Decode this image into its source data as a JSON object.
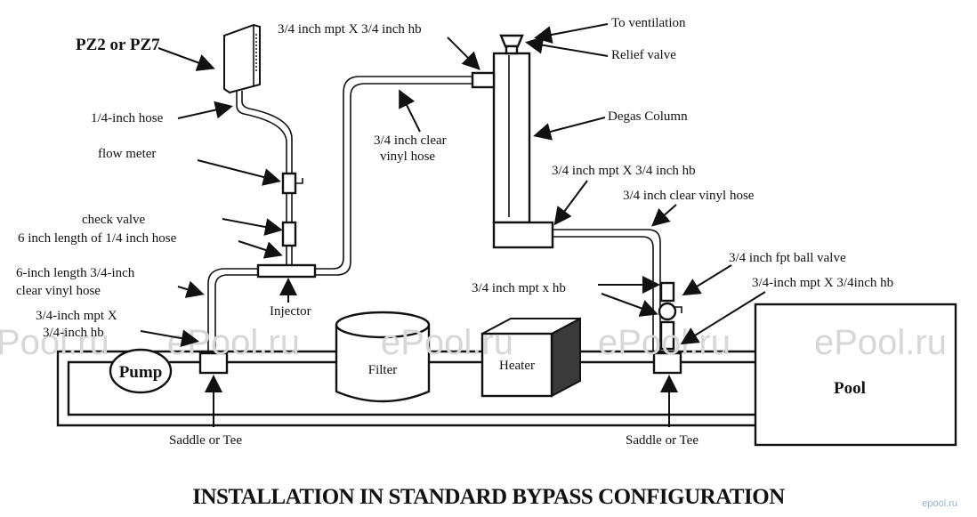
{
  "diagram": {
    "title": "INSTALLATION IN STANDARD BYPASS CONFIGURATION",
    "site_mark": "epool.ru",
    "watermark": [
      "Pool.ru",
      "ePool.ru",
      "ePool.ru",
      "ePool.ru",
      "ePool.ru"
    ],
    "components": {
      "pump": "Pump",
      "filter": "Filter",
      "heater": "Heater",
      "pool": "Pool"
    },
    "labels": {
      "ozonator": "PZ2 or PZ7",
      "hose_14": "1/4-inch hose",
      "flow_meter": "flow meter",
      "check_valve": "check valve",
      "hose_6in_14": "6 inch length of 1/4 inch hose",
      "hose_6in_34_line1": "6-inch length 3/4-inch",
      "hose_6in_34_line2": "clear vinyl hose",
      "mpt_left_line1": "3/4-inch mpt X",
      "mpt_left_line2": "3/4-inch hb",
      "injector": "Injector",
      "saddle_left": "Saddle or Tee",
      "mpt_top": "3/4 inch mpt X 3/4 inch hb",
      "vent": "To ventilation",
      "relief": "Relief valve",
      "degas": "Degas Column",
      "clear_hose_top_line1": "3/4 inch clear",
      "clear_hose_top_line2": "vinyl  hose",
      "mpt_mid": "3/4 inch mpt X 3/4 inch hb",
      "clear_hose_mid": "3/4 inch clear vinyl  hose",
      "ball_valve": "3/4 inch fpt ball valve",
      "mpt_hb": "3/4 inch mpt x hb",
      "mpt_right": "3/4-inch mpt X 3/4inch  hb",
      "saddle_right": "Saddle or Tee"
    }
  }
}
